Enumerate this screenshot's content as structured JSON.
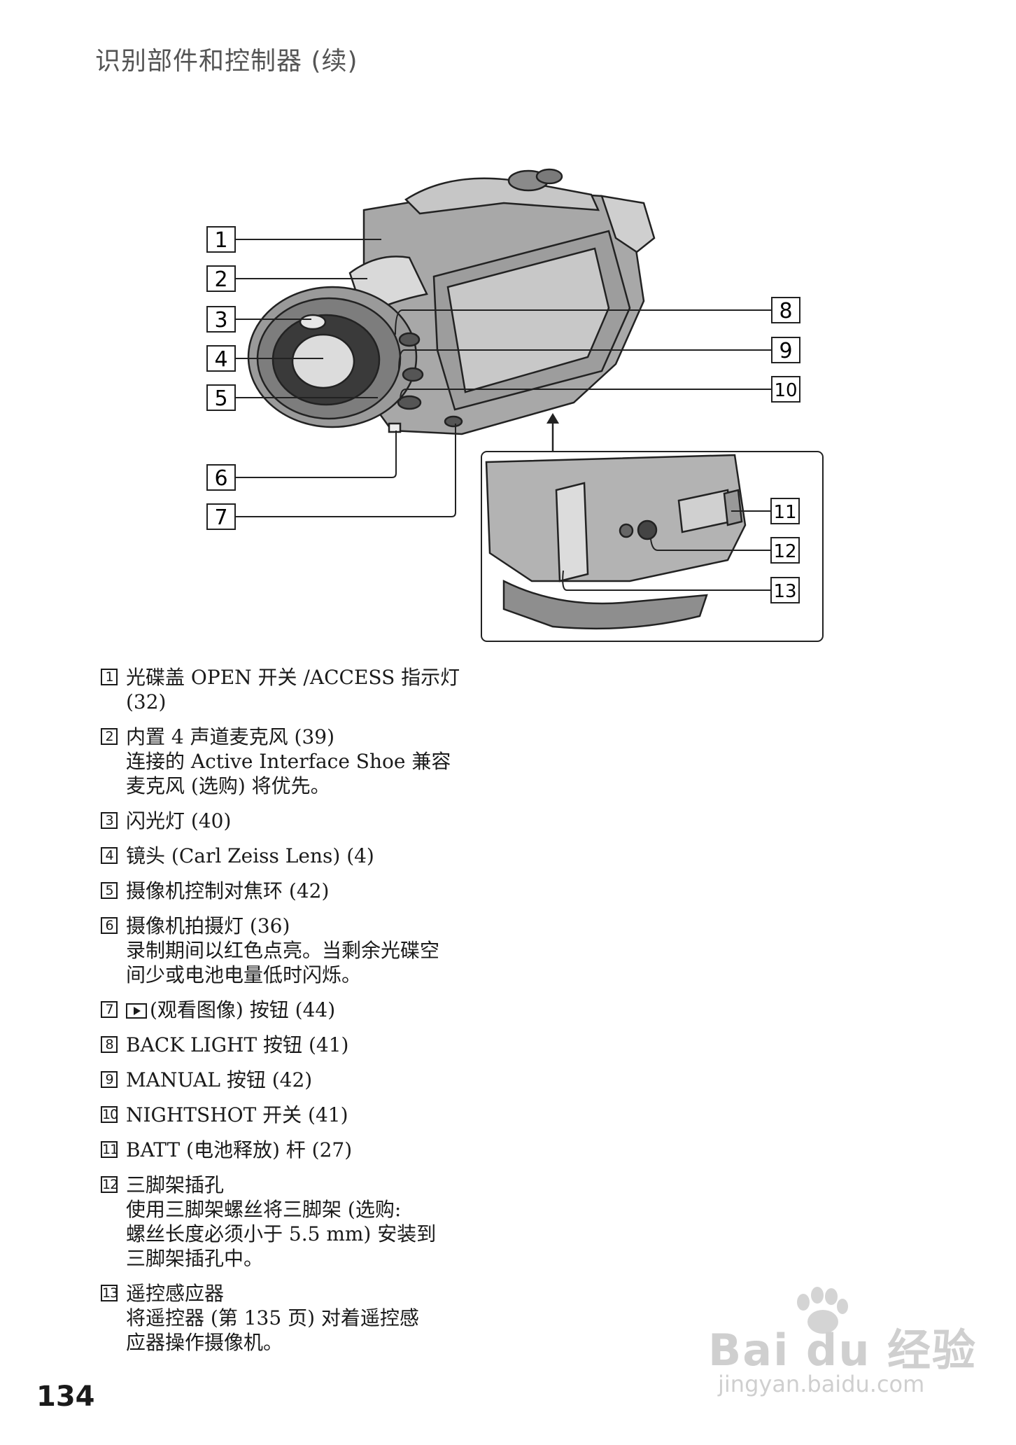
{
  "header": "识别部件和控制器 (续)",
  "callouts": [
    "1",
    "2",
    "3",
    "4",
    "5",
    "6",
    "7",
    "8",
    "9",
    "10",
    "11",
    "12",
    "13"
  ],
  "items": [
    {
      "num": "1",
      "lines": [
        "光碟盖 OPEN 开关 /ACCESS 指示灯",
        "(32)"
      ]
    },
    {
      "num": "2",
      "lines": [
        "内置 4 声道麦克风 (39)",
        "连接的 Active Interface Shoe 兼容",
        "麦克风 (选购) 将优先。"
      ]
    },
    {
      "num": "3",
      "lines": [
        "闪光灯 (40)"
      ]
    },
    {
      "num": "4",
      "lines": [
        "镜头 (Carl Zeiss Lens) (4)"
      ]
    },
    {
      "num": "5",
      "lines": [
        "摄像机控制对焦环 (42)"
      ]
    },
    {
      "num": "6",
      "lines": [
        "摄像机拍摄灯 (36)",
        "录制期间以红色点亮。当剩余光碟空",
        "间少或电池电量低时闪烁。"
      ]
    },
    {
      "num": "7",
      "icon": "play-icon",
      "lines": [
        "(观看图像) 按钮 (44)"
      ]
    },
    {
      "num": "8",
      "lines": [
        "BACK LIGHT 按钮 (41)"
      ]
    },
    {
      "num": "9",
      "lines": [
        "MANUAL 按钮 (42)"
      ]
    },
    {
      "num": "10",
      "lines": [
        "NIGHTSHOT 开关 (41)"
      ]
    },
    {
      "num": "11",
      "lines": [
        "BATT (电池释放) 杆 (27)"
      ]
    },
    {
      "num": "12",
      "lines": [
        "三脚架插孔",
        "使用三脚架螺丝将三脚架 (选购:",
        "螺丝长度必须小于 5.5 mm) 安装到",
        "三脚架插孔中。"
      ]
    },
    {
      "num": "13",
      "lines": [
        "遥控感应器",
        "将遥控器 (第 135 页) 对着遥控感",
        "应器操作摄像机。"
      ]
    }
  ],
  "page_number": "134",
  "watermark": {
    "brand": "Bai du 经验",
    "url": "jingyan.baidu.com"
  }
}
